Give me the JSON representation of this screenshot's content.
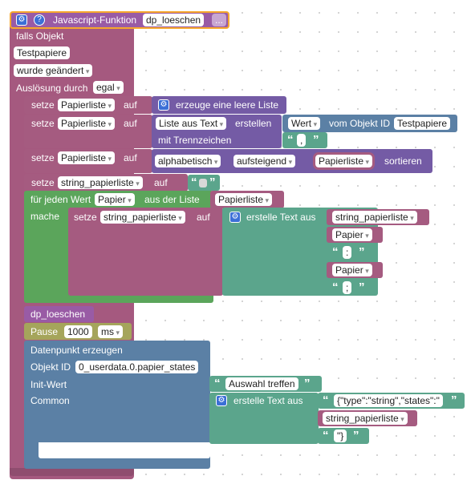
{
  "header": {
    "title": "Javascript-Funktion",
    "name": "dp_loeschen",
    "more": "..."
  },
  "trigger": {
    "label": "falls Objekt",
    "object": "Testpapiere",
    "event": "wurde geändert",
    "auslosung_label": "Auslösung durch",
    "auslosung_value": "egal"
  },
  "set1": {
    "setze": "setze",
    "var": "Papierliste",
    "auf": "auf",
    "text": "erzeuge eine leere Liste"
  },
  "set2": {
    "setze": "setze",
    "var": "Papierliste",
    "auf": "auf",
    "list_mode": "Liste aus Text",
    "erstellen": "erstellen",
    "wert": "Wert",
    "vom_objekt": "vom Objekt ID",
    "object_id": "Testpapiere",
    "trenn_label": "mit Trennzeichen",
    "trenn_value": ","
  },
  "set3": {
    "setze": "setze",
    "var": "Papierliste",
    "auf": "auf",
    "sort_type": "alphabetisch",
    "sort_order": "aufsteigend",
    "list": "Papierliste",
    "sortieren": "sortieren"
  },
  "set4": {
    "setze": "setze",
    "var": "string_papierliste",
    "auf": "auf"
  },
  "loop": {
    "label": "für jeden Wert",
    "var": "Papier",
    "aus_label": "aus der Liste",
    "list": "Papierliste",
    "mache": "mache"
  },
  "inner": {
    "setze": "setze",
    "var": "string_papierliste",
    "auf": "auf",
    "text": "erstelle Text aus",
    "items": [
      "string_papierliste",
      "Papier",
      ":",
      "Papier",
      ";"
    ]
  },
  "call": {
    "name": "dp_loeschen"
  },
  "pause": {
    "label": "Pause",
    "value": "1000",
    "unit": "ms"
  },
  "create": {
    "title": "Datenpunkt erzeugen",
    "objid_label": "Objekt ID",
    "objid_value": "0_userdata.0.papier_states",
    "init_label": "Init-Wert",
    "init_value": "Auswahl treffen",
    "common_label": "Common",
    "text": "erstelle Text aus",
    "items": [
      "{\"type\":\"string\",\"states\":\"",
      "string_papierliste",
      "\"}"
    ]
  },
  "colors": {
    "event": "#a5597f",
    "variable": "#a55b80",
    "list": "#745ba5",
    "text": "#5ba58c",
    "loop": "#5ba55b",
    "proc": "#995ba5",
    "timer": "#a5a55b",
    "io": "#5b80a5",
    "highlight": "#f7a82c"
  }
}
